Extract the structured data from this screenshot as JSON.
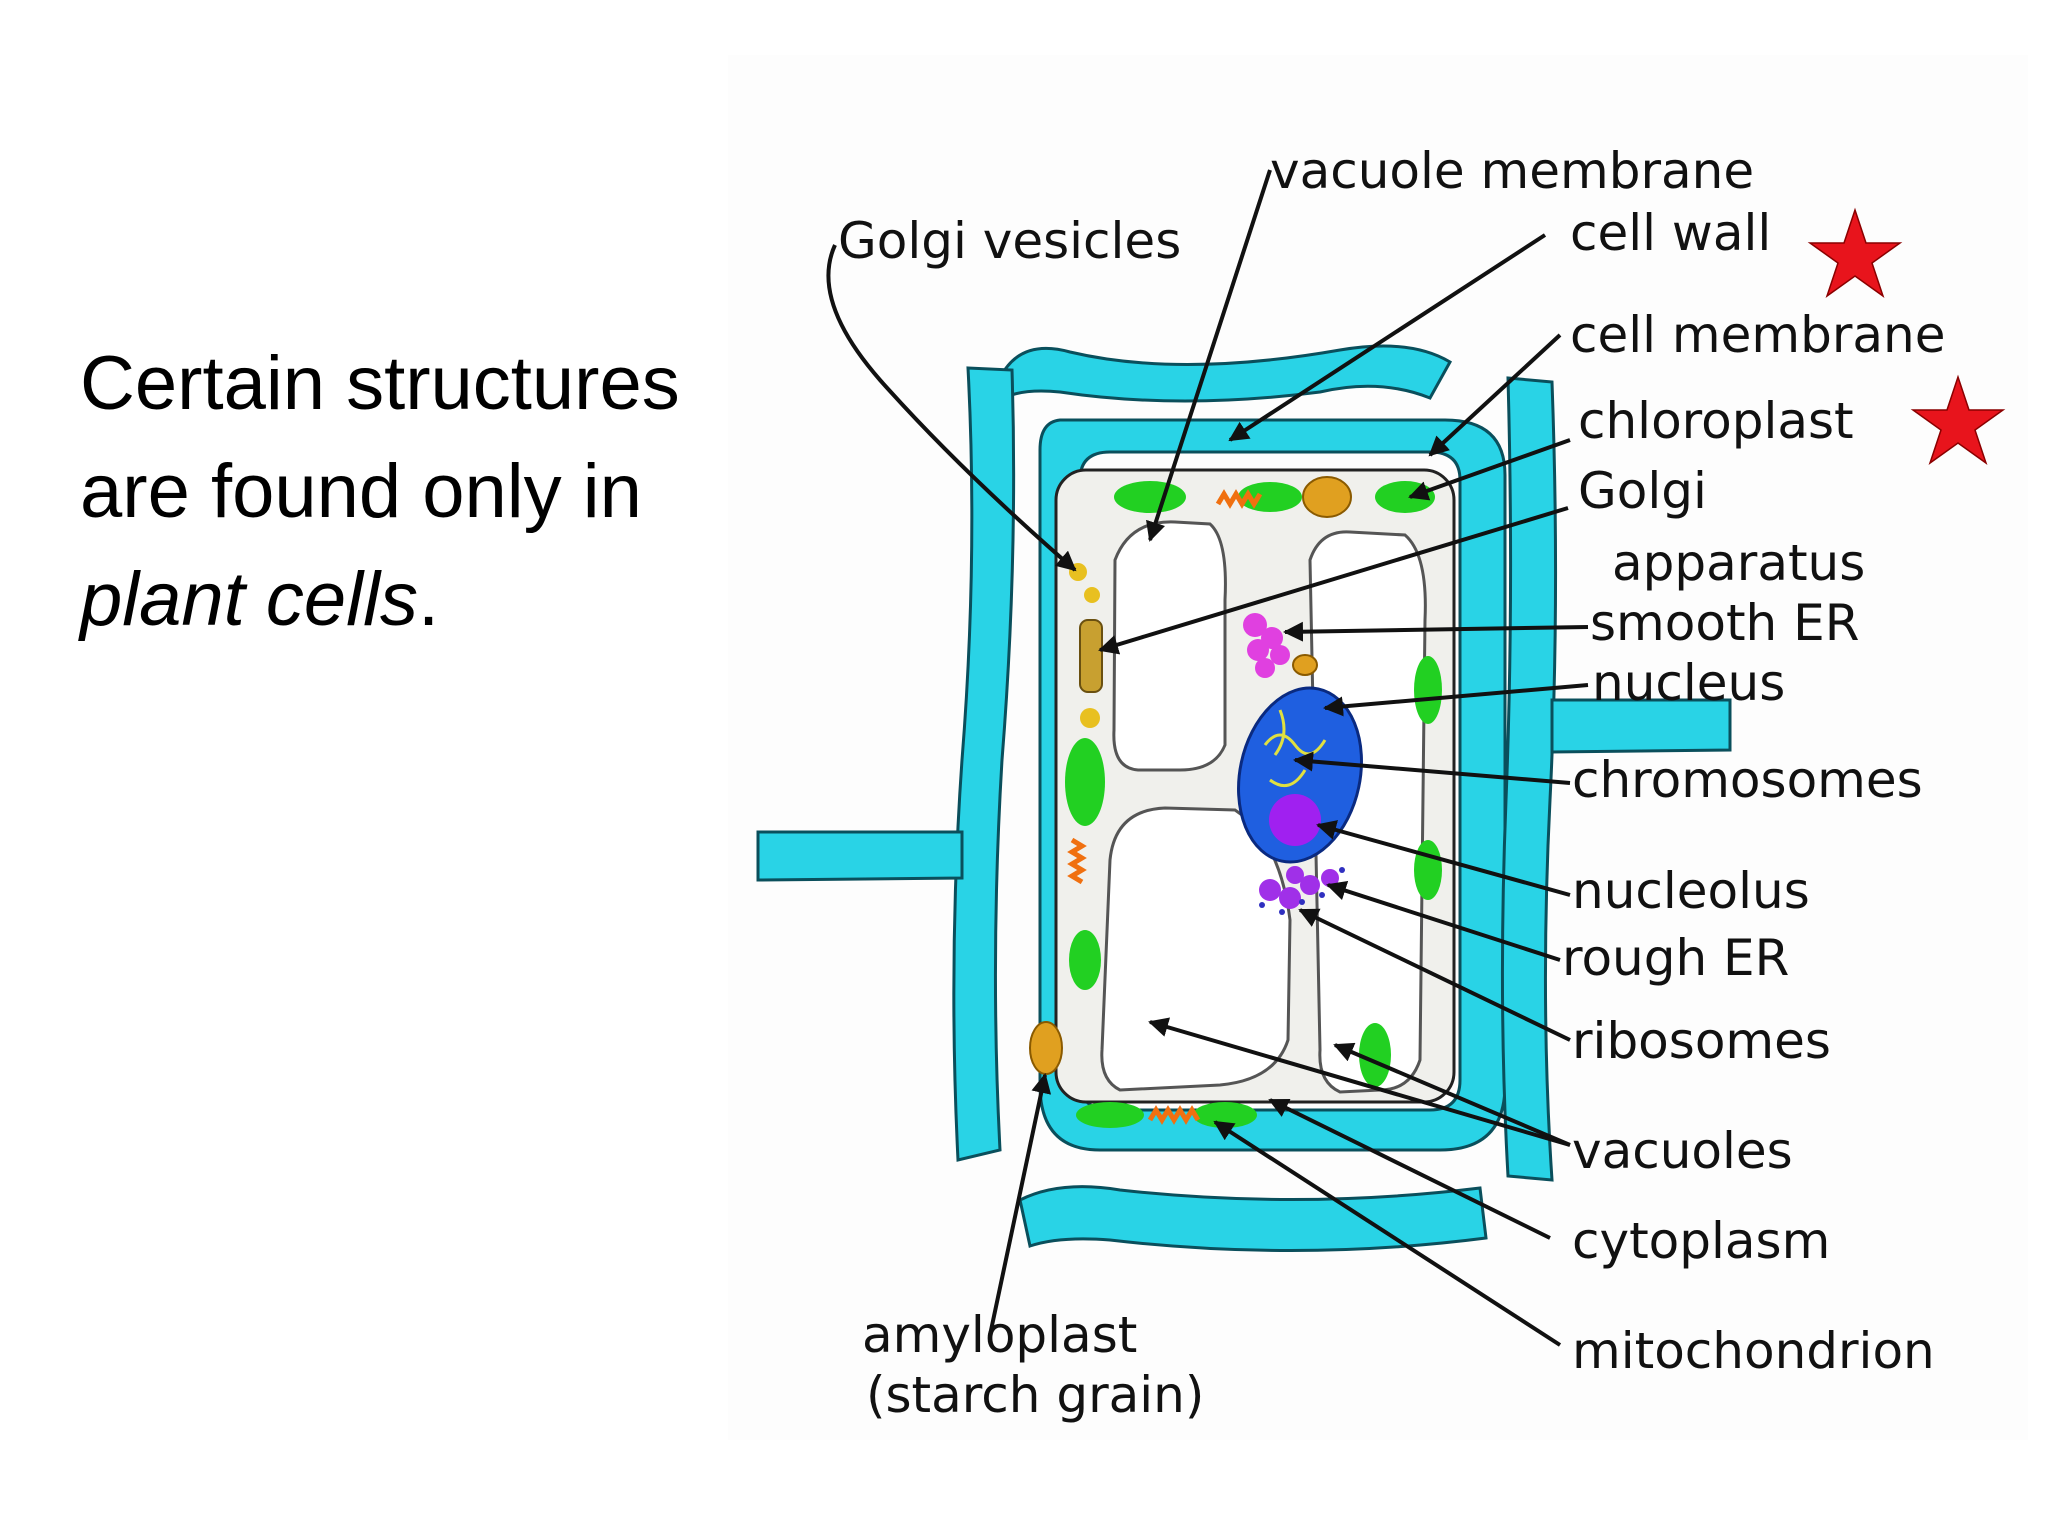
{
  "slide": {
    "text_before": "Certain structures are found only in ",
    "text_emphasis": "plant cells",
    "text_after": "."
  },
  "diagram": {
    "labels": {
      "golgi_vesicles": "Golgi vesicles",
      "vacuole_membrane": "vacuole membrane",
      "cell_wall": "cell wall",
      "cell_membrane": "cell membrane",
      "chloroplast": "chloroplast",
      "golgi_apparatus_line1": "Golgi",
      "golgi_apparatus_line2": "apparatus",
      "smooth_er": "smooth ER",
      "nucleus": "nucleus",
      "chromosomes": "chromosomes",
      "nucleolus": "nucleolus",
      "rough_er": "rough ER",
      "ribosomes": "ribosomes",
      "vacuoles": "vacuoles",
      "cytoplasm": "cytoplasm",
      "mitochondrion": "mitochondrion",
      "amyloplast_line1": "amyloplast",
      "amyloplast_line2": "(starch grain)"
    },
    "highlighted": [
      "cell wall",
      "chloroplast"
    ],
    "colors": {
      "cell_wall": "#29d3e6",
      "cytoplasm": "#f0f0ec",
      "chloroplast": "#22d022",
      "nucleus": "#1f5fe0",
      "nucleolus": "#a020f0",
      "er": "#e040e0",
      "amyloplast": "#e0a020",
      "mitochondrion": "#f07010",
      "star": "#e8141c"
    }
  }
}
